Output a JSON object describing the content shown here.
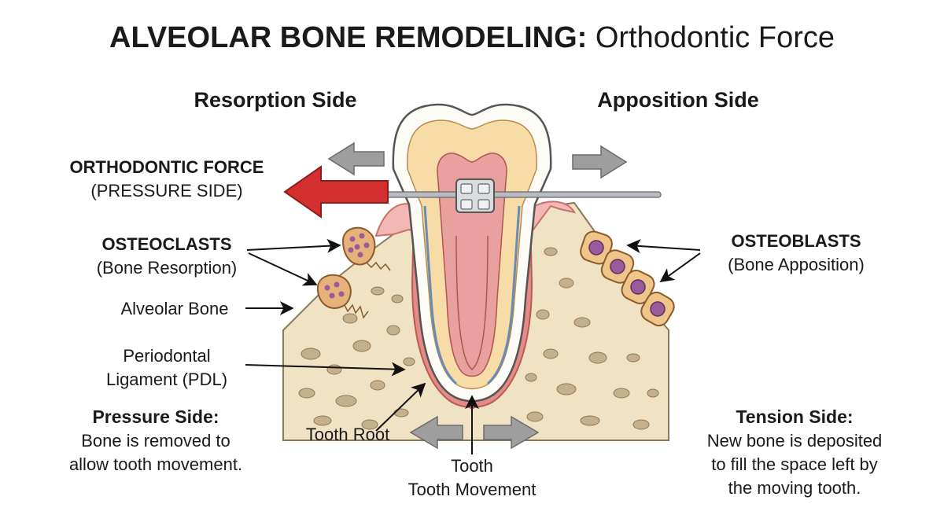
{
  "title": {
    "bold": "ALVEOLAR BONE REMODELING:",
    "regular": " Orthodontic Force"
  },
  "headers": {
    "left": "Resorption Side",
    "right": "Apposition Side"
  },
  "labels": {
    "force_line1": "ORTHODONTIC FORCE",
    "force_line2": "(PRESSURE SIDE)",
    "osteoclasts_line1": "OSTEOCLASTS",
    "osteoclasts_line2": "(Bone Resorption)",
    "alveolar_bone": "Alveolar Bone",
    "pdl_line1": "Periodontal",
    "pdl_line2": "Ligament (PDL)",
    "osteoblasts_line1": "OSTEOBLASTS",
    "osteoblasts_line2": "(Bone Apposition)",
    "tooth_root": "Tooth Root",
    "tooth": "Tooth",
    "tooth_movement": "Tooth Movement"
  },
  "pressure_side": {
    "heading": "Pressure Side:",
    "line1": "Bone is removed to",
    "line2": "allow tooth movement."
  },
  "tension_side": {
    "heading": "Tension Side:",
    "line1": "New bone is deposited",
    "line2": "to fill the space left by",
    "line3": "the moving tooth."
  },
  "colors": {
    "force_arrow": "#d32f2f",
    "grey_arrow": "#9e9e9e",
    "bone": "#efe3c4",
    "gum": "#f4b8b4",
    "pdl": "#e58b86",
    "dentin": "#f7dca8",
    "enamel": "#fdfbf6",
    "pulp": "#e9a1a0",
    "osteoclast": "#e6b27a",
    "osteoblast": "#efc58a",
    "nucleus": "#9b5a9c"
  }
}
